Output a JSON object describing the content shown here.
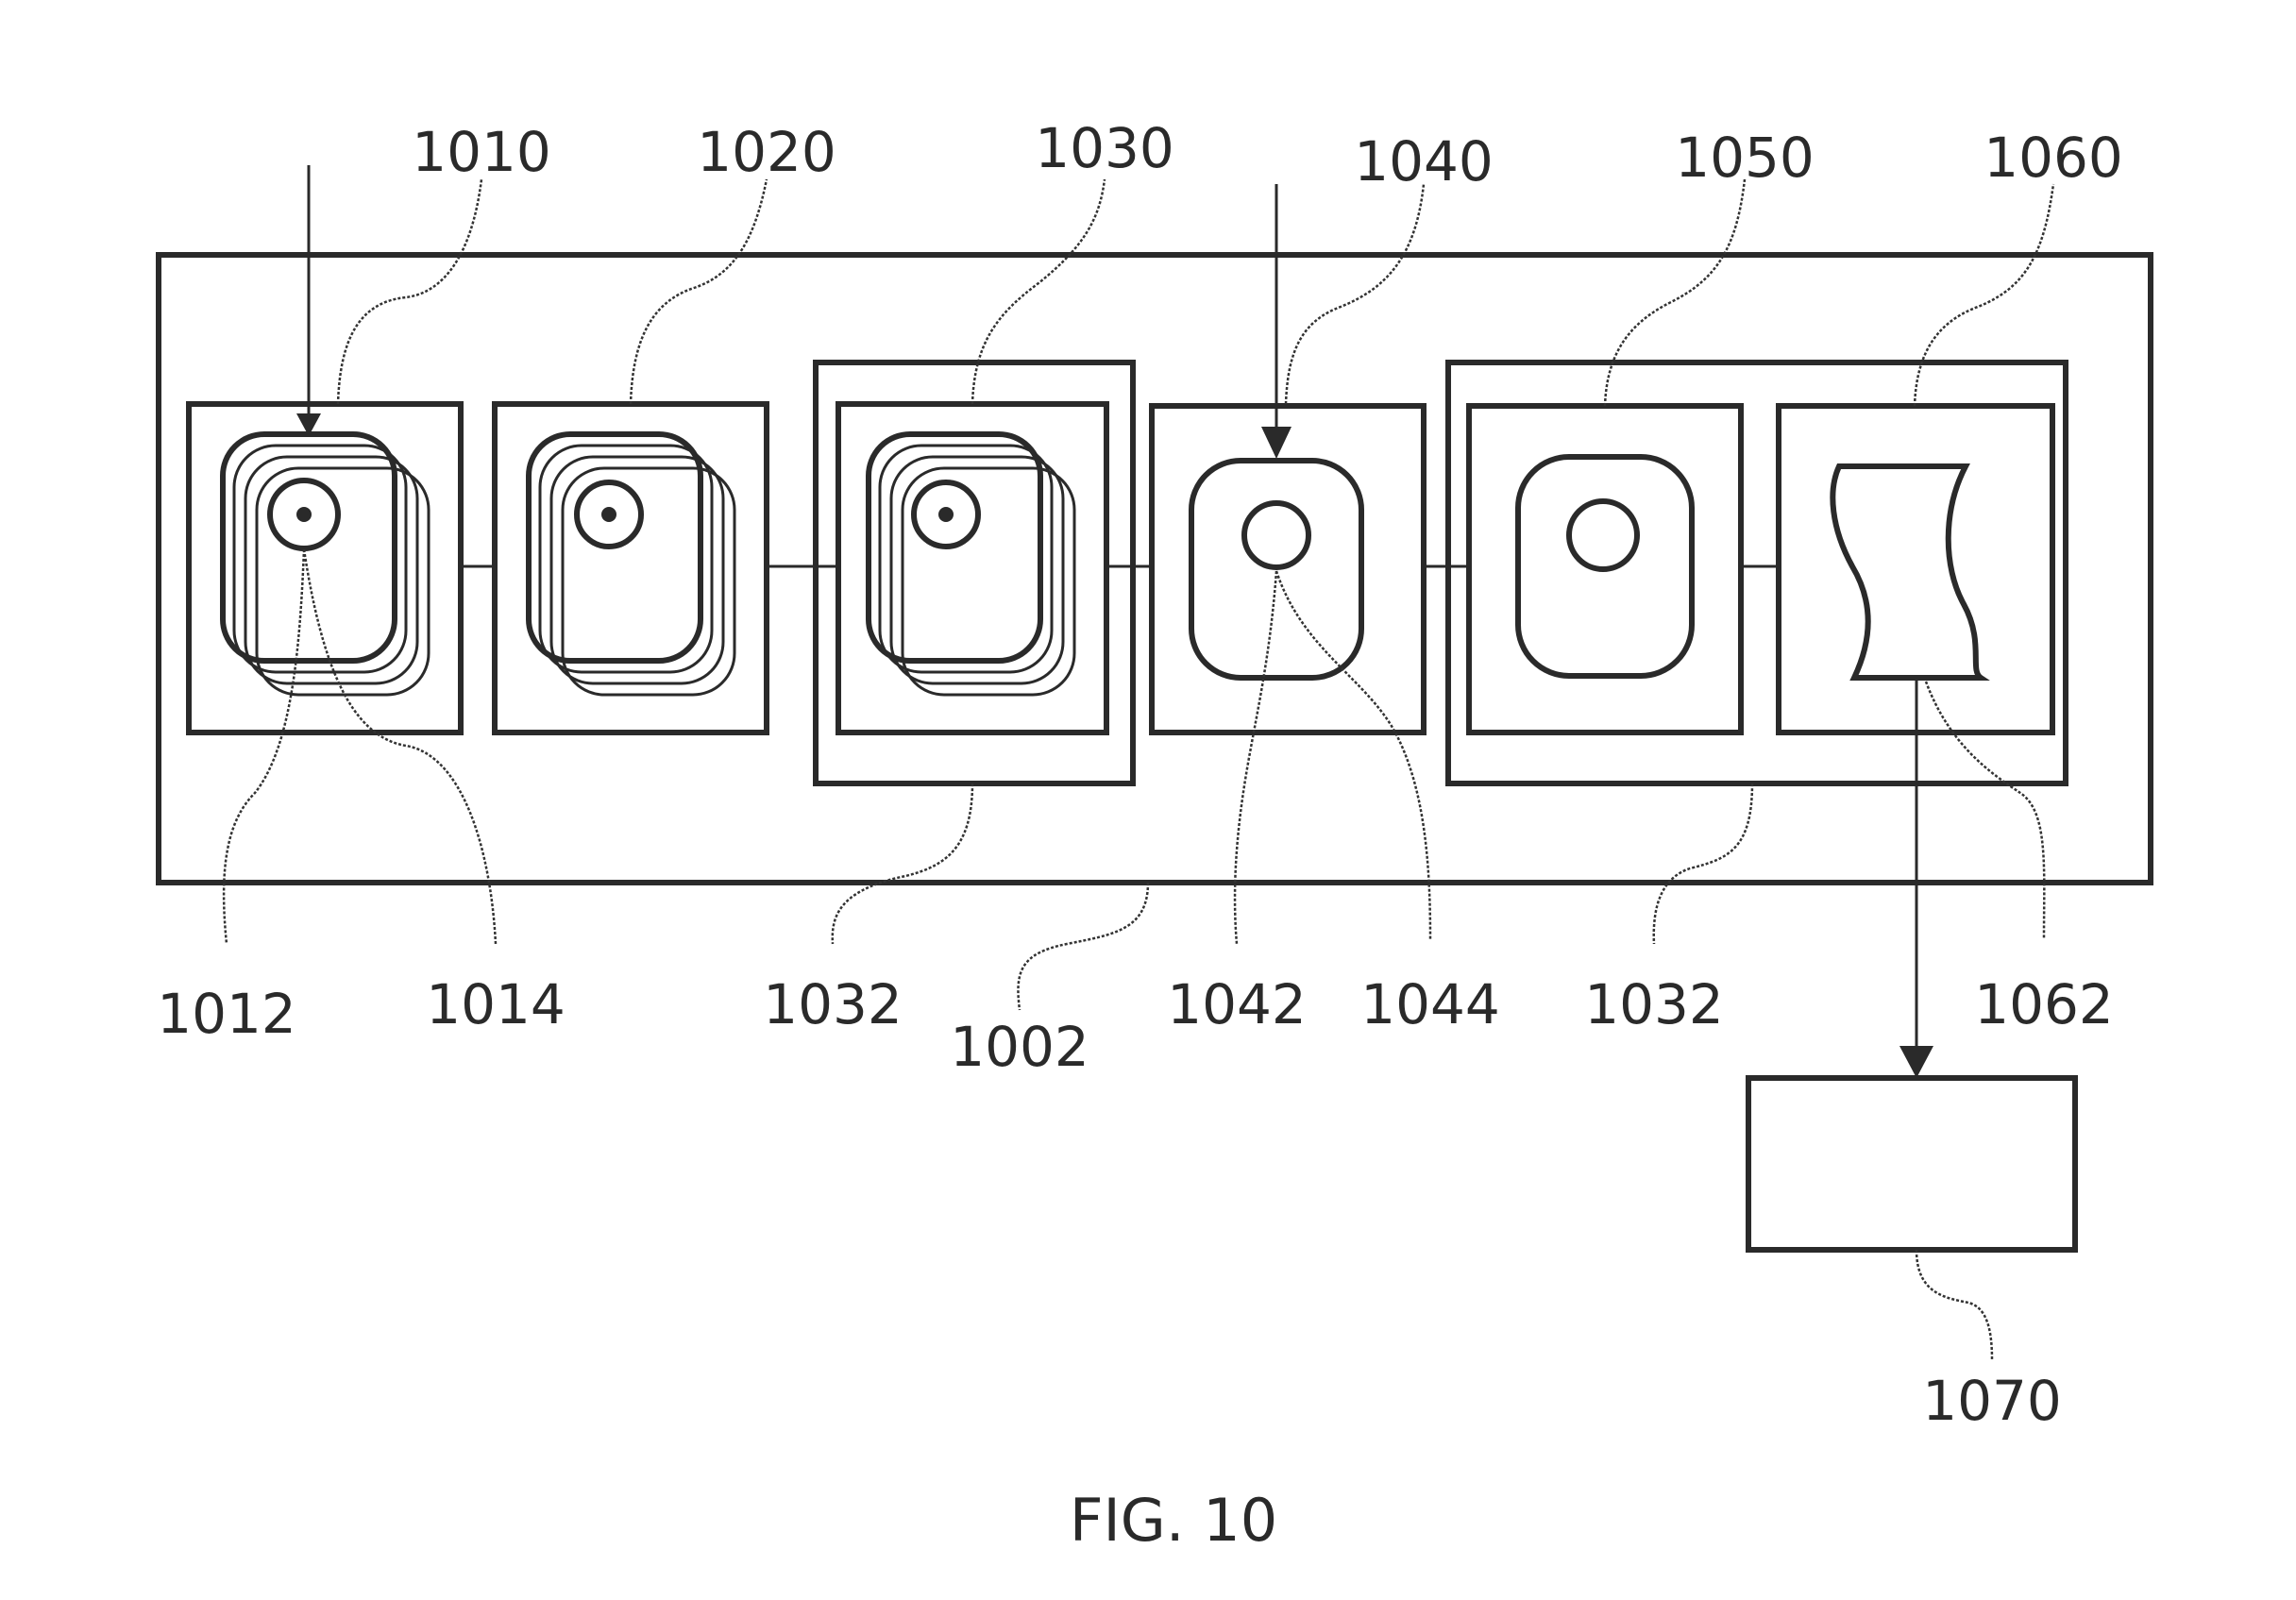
{
  "figure": {
    "caption": "FIG. 10",
    "labels": {
      "l1010": "1010",
      "l1020": "1020",
      "l1030": "1030",
      "l1040": "1040",
      "l1050": "1050",
      "l1060": "1060",
      "l1012": "1012",
      "l1014": "1014",
      "l1032a": "1032",
      "l1002": "1002",
      "l1042": "1042",
      "l1044": "1044",
      "l1032b": "1032",
      "l1062": "1062",
      "l1070": "1070"
    }
  }
}
